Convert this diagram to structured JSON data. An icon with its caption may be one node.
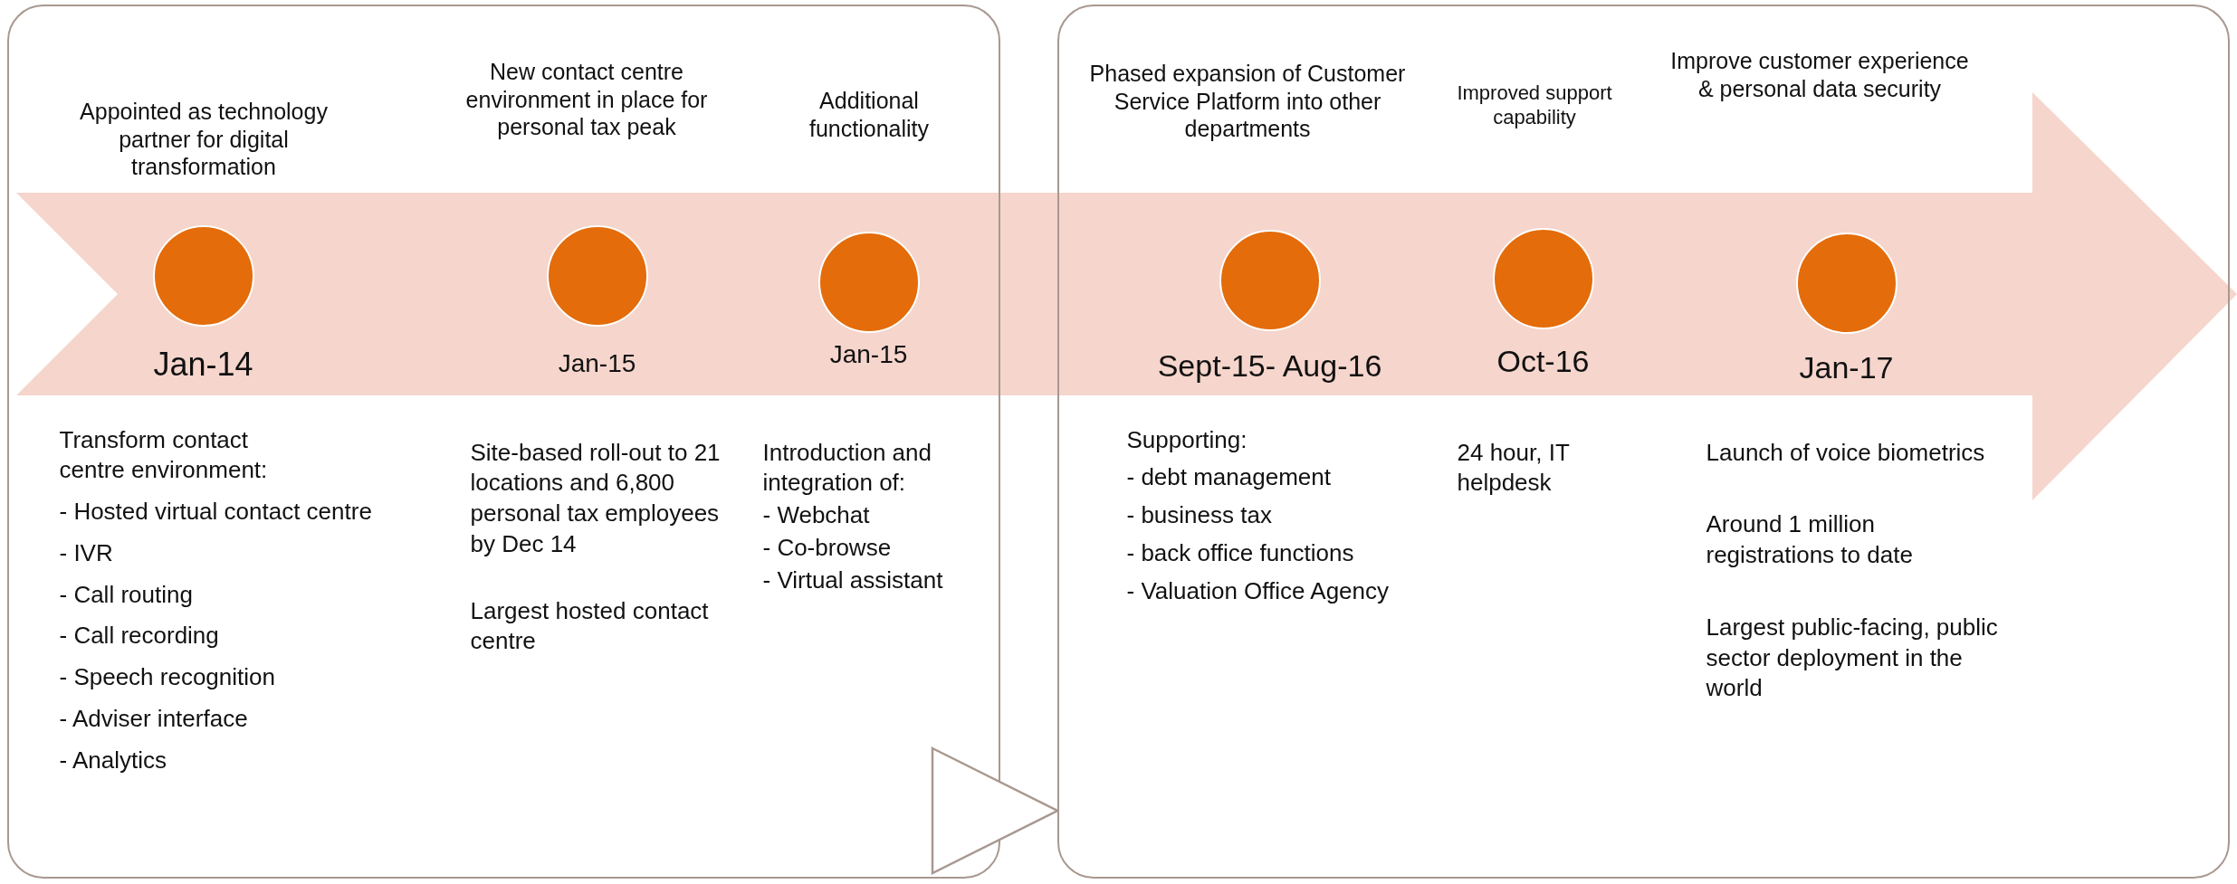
{
  "diagram": {
    "nodes": [
      {
        "text": [],
        "shape": "box"
      },
      {
        "text": [],
        "shape": "circle",
        "in": 0,
        "beside": [
          "Jan-14",
          "Transform contact centre environment:",
          "- Hosted virtual contact centre",
          "- IVR",
          "- Call routing",
          "- Call recording",
          "- Speech recognition",
          "- Adviser interface",
          "- Analytics"
        ]
      },
      {
        "text": [],
        "shape": "circle",
        "in": 0,
        "beside": [
          "Jan-15",
          "Site-based roll-out to 21 locations and 6,800 personal tax employees by Dec 14",
          "Largest hosted contact centre"
        ]
      },
      {
        "text": [],
        "shape": "circle",
        "in": 0,
        "beside": [
          "Jan-15",
          "Introduction and integration of:",
          "- Webchat",
          "- Co-browse",
          "- Virtual assistant"
        ]
      },
      {
        "text": [],
        "shape": "box"
      },
      {
        "text": [],
        "shape": "circle",
        "in": 4,
        "beside": [
          "Sept-15- Aug-16",
          "Supporting:",
          "- debt management",
          "- business tax",
          "- back office functions",
          "- Valuation Office Agency"
        ]
      },
      {
        "text": [],
        "shape": "circle",
        "in": 4,
        "beside": [
          "Oct-16",
          "24 hour, IT helpdesk"
        ]
      },
      {
        "text": [],
        "shape": "circle",
        "in": 4,
        "beside": [
          "Jan-17",
          "Launch of voice biometrics",
          "Around 1 million registrations to date",
          "Largest public-facing, public sector deployment in the world"
        ]
      }
    ],
    "edges": [
      {
        "from": 0,
        "to": 4,
        "arrow": "to"
      }
    ],
    "labels": [
      "Appointed as technology partner for digital transformation",
      "New contact centre environment in place for personal tax peak",
      "Additional functionality",
      "Phased expansion of Customer Service Platform into other departments",
      "Improved support capability",
      "Improve customer experience & personal data security"
    ]
  }
}
